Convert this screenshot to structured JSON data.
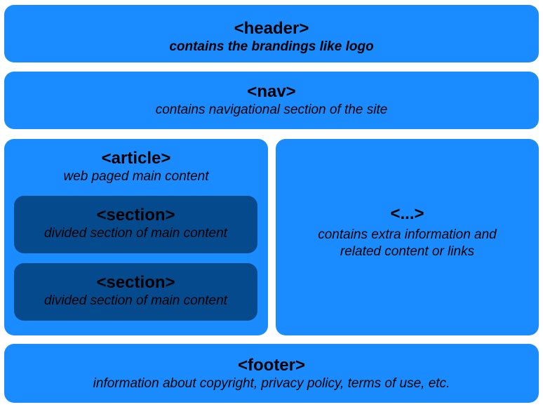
{
  "header": {
    "tag": "<header>",
    "description": "contains the brandings like logo"
  },
  "nav": {
    "tag": "<nav>",
    "description": "contains navigational section of the site"
  },
  "article": {
    "tag": "<article>",
    "description": "web paged main content",
    "sections": [
      {
        "tag": "<section>",
        "description": "divided section of main content"
      },
      {
        "tag": "<section>",
        "description": "divided section of main content"
      }
    ]
  },
  "aside": {
    "tag": "<...>",
    "description_line1": "contains extra information and",
    "description_line2": "related content or links"
  },
  "footer": {
    "tag": "<footer>",
    "description": "information about copyright, privacy policy, terms of use, etc."
  },
  "colors": {
    "block": "#1a8cff",
    "nested_block": "#054a8c",
    "text": "#000000"
  }
}
